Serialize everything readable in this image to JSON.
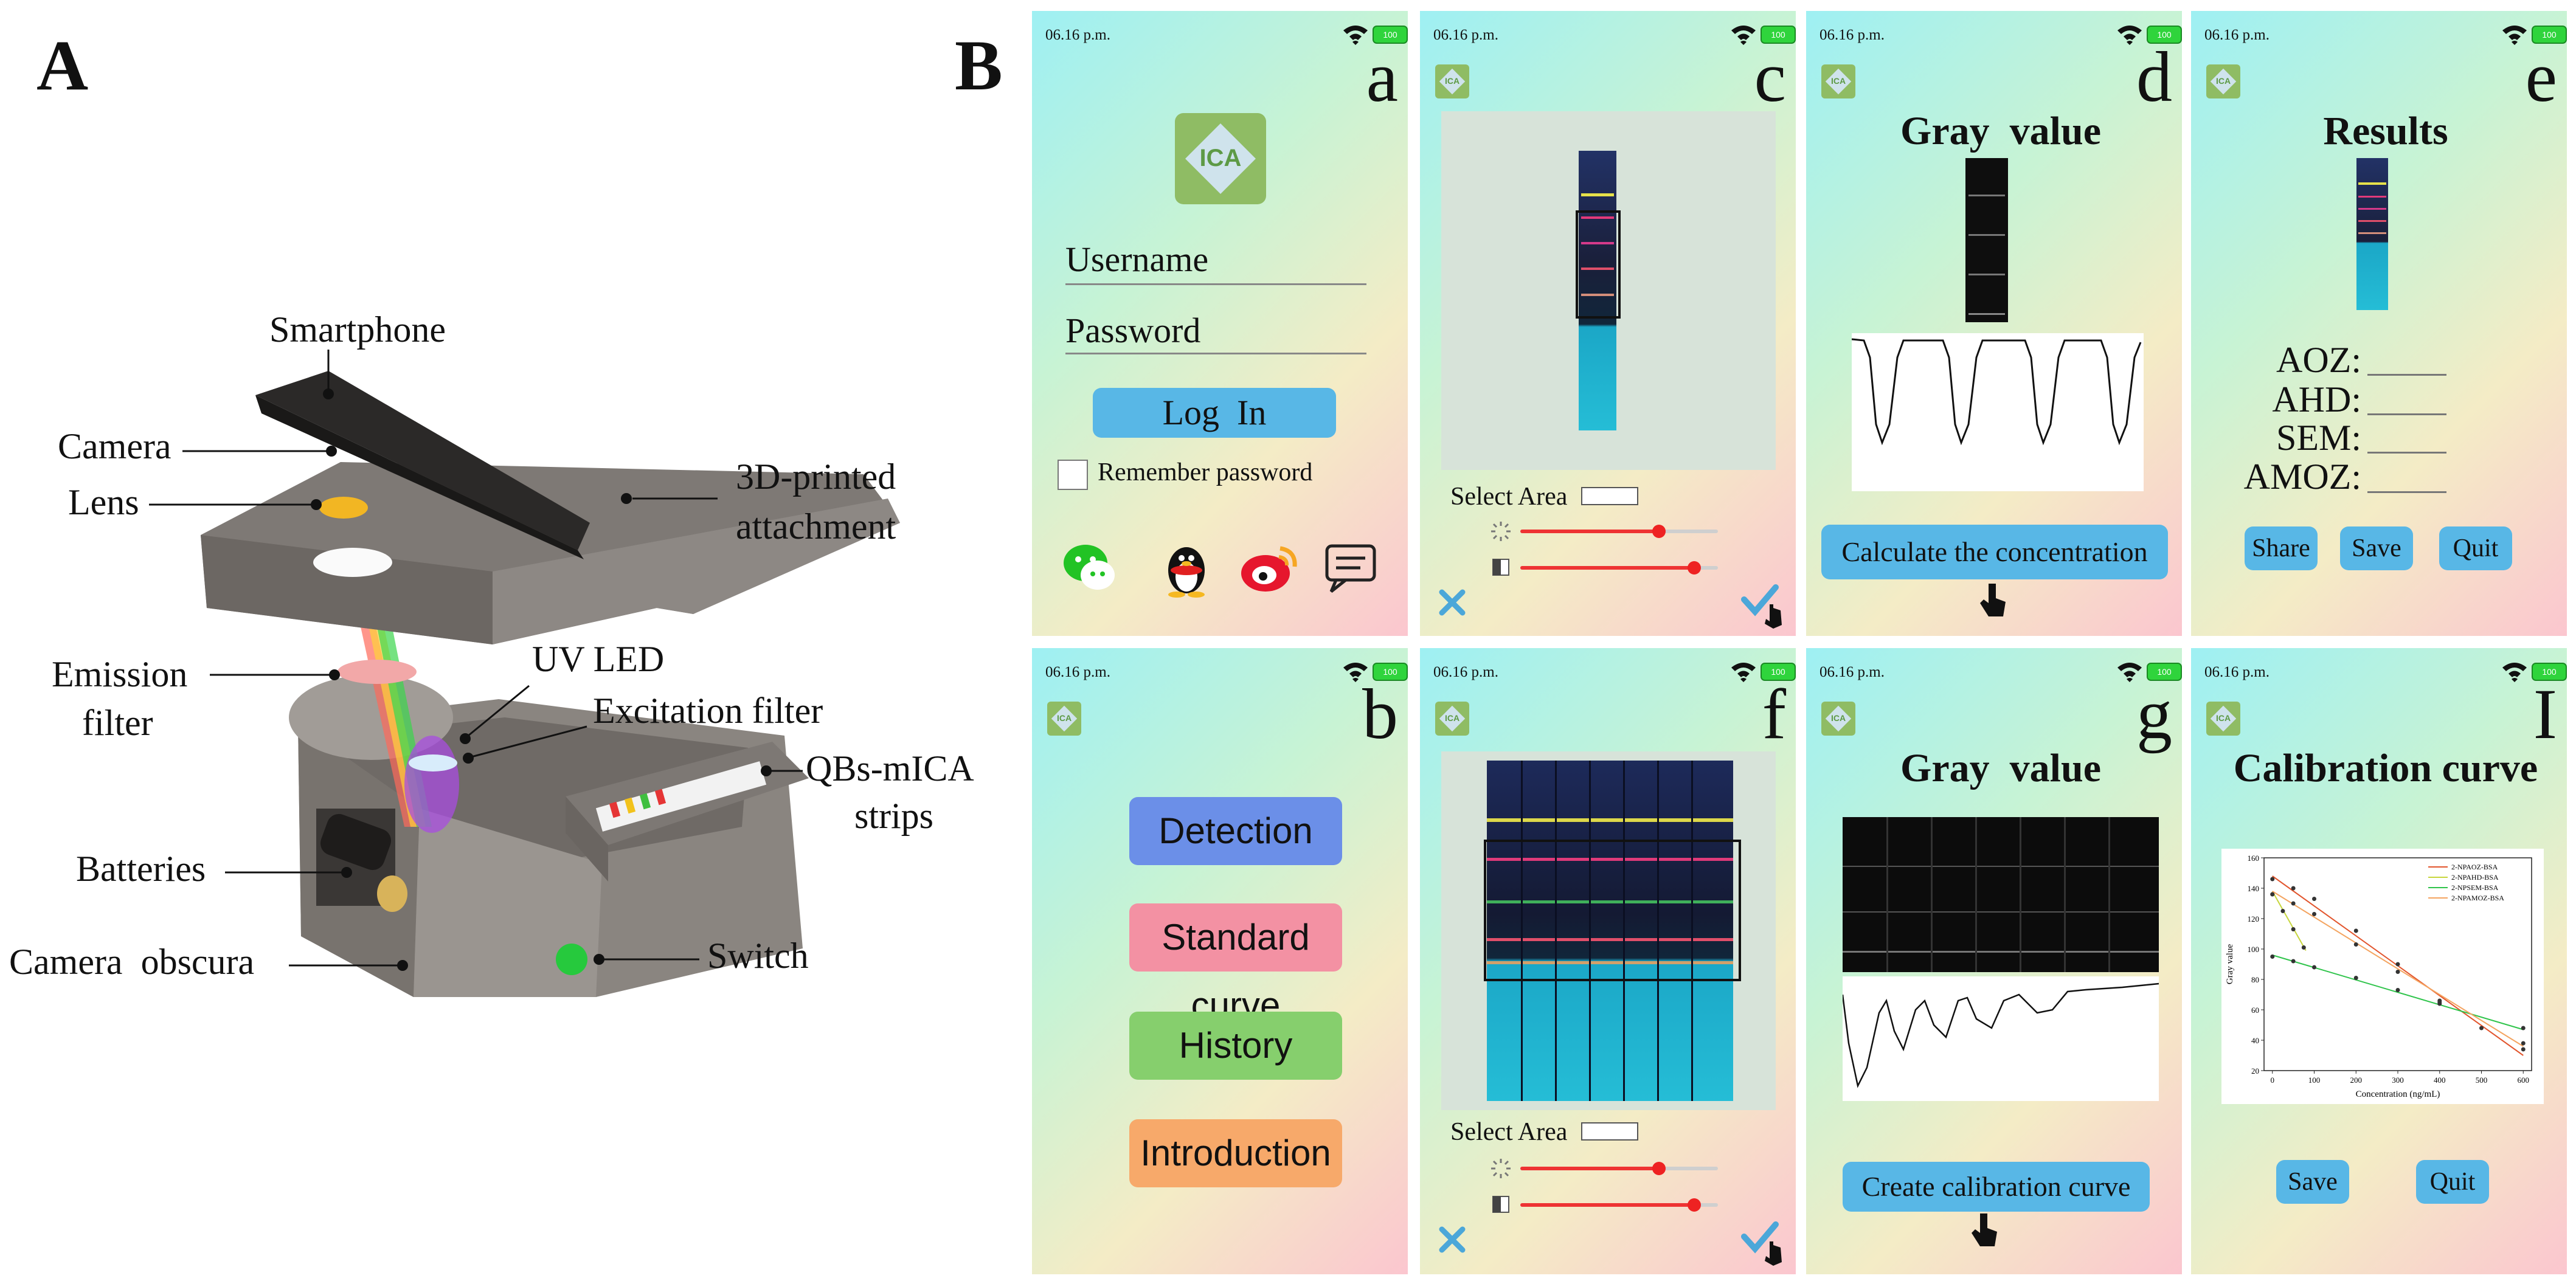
{
  "panel_a": {
    "label": "A",
    "callouts": {
      "smartphone": "Smartphone",
      "camera": "Camera",
      "lens": "Lens",
      "attachment_1": "3D-printed",
      "attachment_2": "attachment",
      "emission_1": "Emission",
      "emission_2": "filter",
      "uv_led": "UV LED",
      "excitation": "Excitation filter",
      "strips_1": "QBs-mICA",
      "strips_2": "strips",
      "batteries": "Batteries",
      "obscura": "Camera  obscura",
      "switch": "Switch"
    }
  },
  "panel_b": {
    "label": "B",
    "status": {
      "time": "06.16 p.m.",
      "battery": "100"
    },
    "logo_text": "ICA",
    "screen_a": {
      "letter": "a",
      "username": "Username",
      "password": "Password",
      "login": "Log  In",
      "remember": "Remember password",
      "social_icons": [
        "wechat-icon",
        "qq-penguin-icon",
        "weibo-icon",
        "message-icon"
      ]
    },
    "screen_b": {
      "letter": "b",
      "menu": [
        {
          "label": "Detection",
          "color": "#6b8fe8"
        },
        {
          "label": "Standard curve",
          "color": "#f391a3"
        },
        {
          "label": "History",
          "color": "#86cf6d"
        },
        {
          "label": "Introduction",
          "color": "#f7a96a"
        }
      ]
    },
    "screen_c": {
      "letter": "c",
      "select_area": "Select Area",
      "slider_levels": [
        0.7,
        0.88
      ]
    },
    "screen_f": {
      "letter": "f",
      "select_area": "Select Area",
      "slider_levels": [
        0.7,
        0.88
      ]
    },
    "screen_d": {
      "letter": "d",
      "title": "Gray  value",
      "button": "Calculate the concentration"
    },
    "screen_g": {
      "letter": "g",
      "title": "Gray  value",
      "button": "Create calibration curve"
    },
    "screen_e": {
      "letter": "e",
      "title": "Results",
      "analytes": [
        "AOZ:",
        "AHD:",
        "SEM:",
        "AMOZ:"
      ],
      "buttons": [
        "Share",
        "Save",
        "Quit"
      ]
    },
    "screen_i": {
      "letter": "I",
      "title": "Calibration curve",
      "buttons": [
        "Save",
        "Quit"
      ]
    }
  },
  "chart_data": {
    "type": "scatter",
    "title": "",
    "xlabel": "Concentration (ng/mL)",
    "ylabel": "Gray value",
    "xlim": [
      -20,
      620
    ],
    "ylim": [
      20,
      160
    ],
    "xticks": [
      0,
      100,
      200,
      300,
      400,
      500,
      600
    ],
    "yticks": [
      20,
      40,
      60,
      80,
      100,
      120,
      140,
      160
    ],
    "legend_position": "top-right",
    "series": [
      {
        "name": "2-NPAOZ-BSA",
        "color": "#e2552d",
        "x": [
          0,
          50,
          100,
          200,
          300,
          400,
          500,
          600
        ],
        "y": [
          146,
          140,
          133,
          112,
          90,
          66,
          48,
          34
        ],
        "fit": [
          [
            0,
            148
          ],
          [
            600,
            30
          ]
        ]
      },
      {
        "name": "2-NPAHD-BSA",
        "color": "#c7d63d",
        "x": [
          0,
          25,
          50,
          75
        ],
        "y": [
          136,
          125,
          113,
          101
        ],
        "fit": [
          [
            0,
            138
          ],
          [
            80,
            99
          ]
        ]
      },
      {
        "name": "2-NPSEM-BSA",
        "color": "#2fc44b",
        "x": [
          0,
          50,
          100,
          200,
          300,
          400,
          600
        ],
        "y": [
          95,
          92,
          88,
          81,
          73,
          64,
          48
        ],
        "fit": [
          [
            0,
            96
          ],
          [
            600,
            47
          ]
        ]
      },
      {
        "name": "2-NPAMOZ-BSA",
        "color": "#f4a460",
        "x": [
          0,
          50,
          100,
          200,
          300,
          400,
          600
        ],
        "y": [
          136,
          130,
          123,
          103,
          85,
          65,
          38
        ],
        "fit": [
          [
            0,
            138
          ],
          [
            600,
            36
          ]
        ]
      }
    ]
  }
}
